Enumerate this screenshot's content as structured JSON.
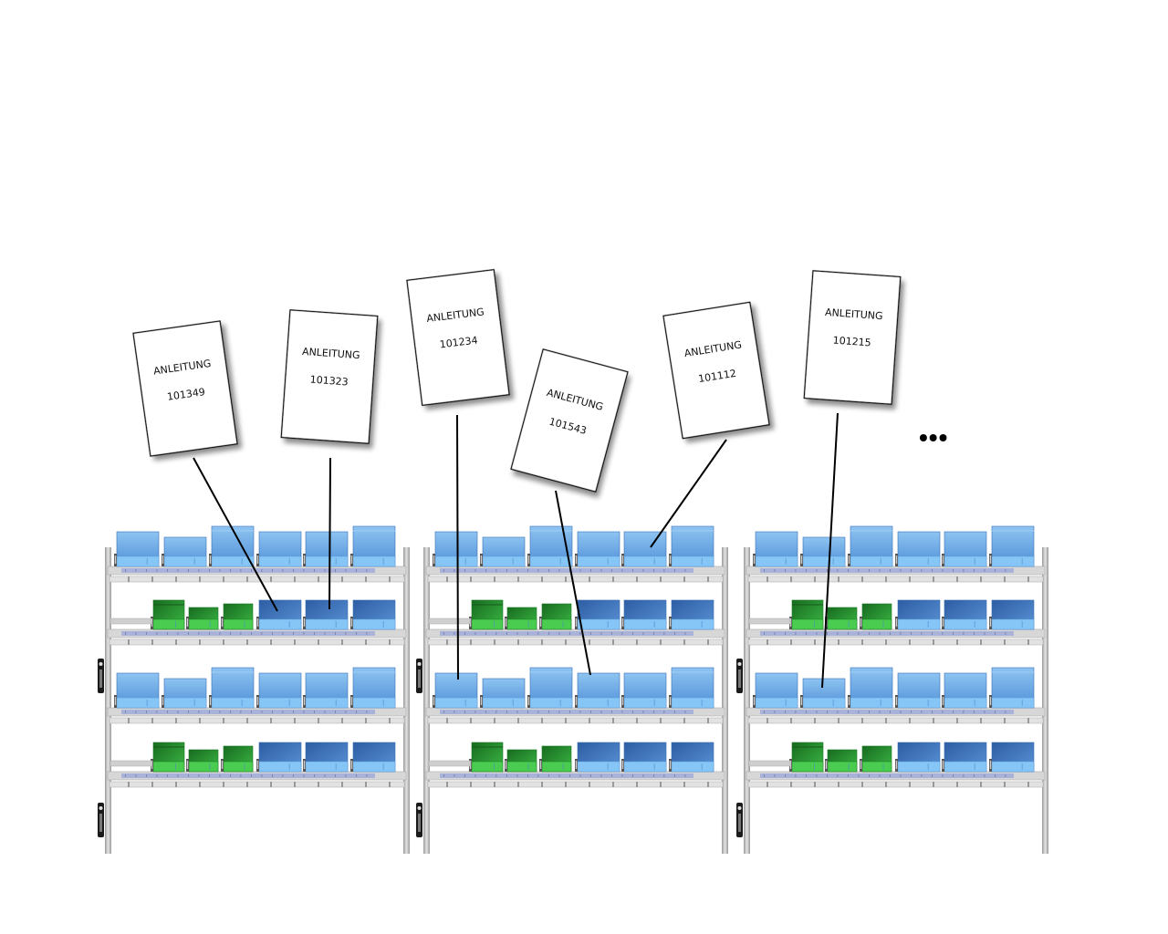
{
  "diagram": {
    "title": "Shelving with assembly instructions linked to bins",
    "colors": {
      "background": "#ffffff",
      "frame": "#c9c9c9",
      "frame_dark": "#8e8e8e",
      "rail": "#a9b3d9",
      "bin_light": "#6fb0ea",
      "bin_light_top": "#8ec4f2",
      "bin_dark": "#3f73b8",
      "bin_front": "#86c6f7",
      "bin_green": "#2fa33a",
      "bin_green_dark": "#1d7a26",
      "bin_green_front": "#49cc4f",
      "card_border": "#111111",
      "connector": "#000000",
      "label_tag": "#1a1a1a"
    },
    "shelf_units": [
      {
        "id": "unit-1"
      },
      {
        "id": "unit-2"
      },
      {
        "id": "unit-3"
      }
    ],
    "shelf_rows": [
      {
        "level": 1,
        "bin_style": "light",
        "bins": 6,
        "green_bins": 0
      },
      {
        "level": 2,
        "bin_style": "dark",
        "bins": 6,
        "green_bins": 3
      },
      {
        "level": 3,
        "bin_style": "light",
        "bins": 6,
        "green_bins": 0
      },
      {
        "level": 4,
        "bin_style": "dark",
        "bins": 6,
        "green_bins": 3
      }
    ],
    "cards": [
      {
        "title": "ANLEITUNG",
        "number": "101349",
        "unit": 1,
        "row": 2,
        "bin": 4
      },
      {
        "title": "ANLEITUNG",
        "number": "101323",
        "unit": 1,
        "row": 2,
        "bin": 5
      },
      {
        "title": "ANLEITUNG",
        "number": "101234",
        "unit": 2,
        "row": 3,
        "bin": 1
      },
      {
        "title": "ANLEITUNG",
        "number": "101543",
        "unit": 2,
        "row": 3,
        "bin": 4
      },
      {
        "title": "ANLEITUNG",
        "number": "101112",
        "unit": 2,
        "row": 1,
        "bin": 5
      },
      {
        "title": "ANLEITUNG",
        "number": "101215",
        "unit": 3,
        "row": 3,
        "bin": 2
      }
    ],
    "continuation": "•••"
  }
}
